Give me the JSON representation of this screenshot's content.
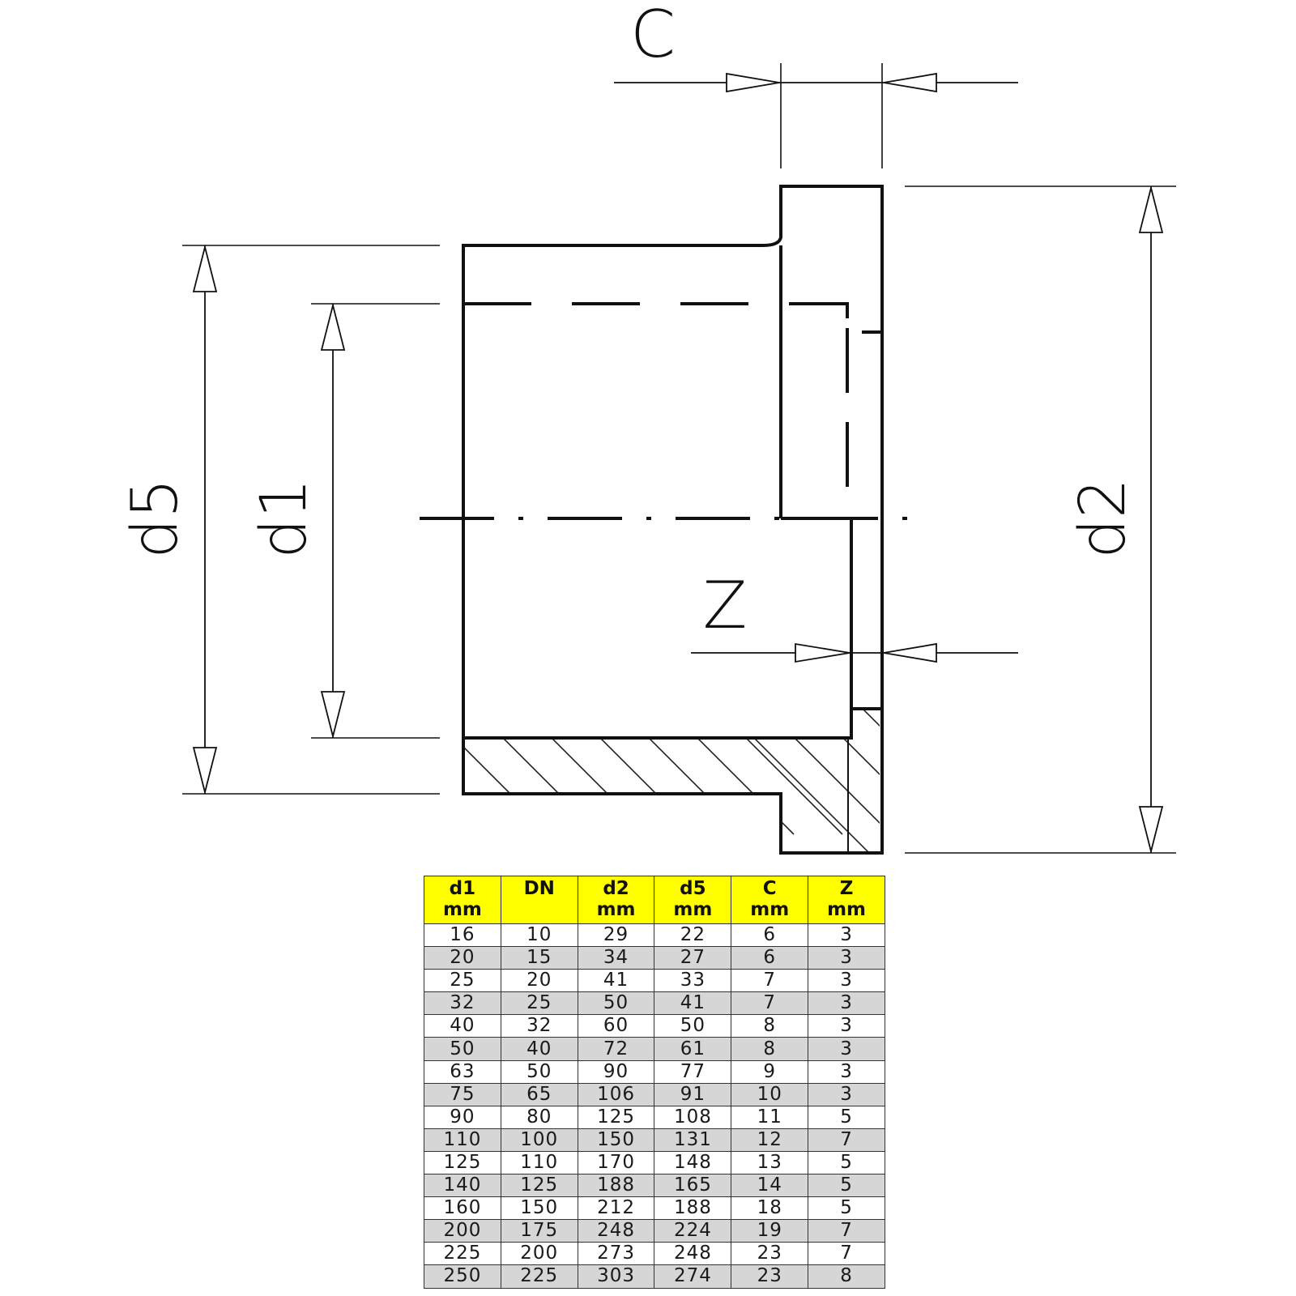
{
  "diagram": {
    "labels": {
      "c": "C",
      "z": "Z",
      "d1": "d1",
      "d2": "d2",
      "d5": "d5"
    }
  },
  "table": {
    "header_bg": "#ffff00",
    "columns": [
      {
        "name": "d1",
        "unit": "mm"
      },
      {
        "name": "DN",
        "unit": ""
      },
      {
        "name": "d2",
        "unit": "mm"
      },
      {
        "name": "d5",
        "unit": "mm"
      },
      {
        "name": "C",
        "unit": "mm"
      },
      {
        "name": "Z",
        "unit": "mm"
      }
    ],
    "rows": [
      [
        "16",
        "10",
        "29",
        "22",
        "6",
        "3"
      ],
      [
        "20",
        "15",
        "34",
        "27",
        "6",
        "3"
      ],
      [
        "25",
        "20",
        "41",
        "33",
        "7",
        "3"
      ],
      [
        "32",
        "25",
        "50",
        "41",
        "7",
        "3"
      ],
      [
        "40",
        "32",
        "60",
        "50",
        "8",
        "3"
      ],
      [
        "50",
        "40",
        "72",
        "61",
        "8",
        "3"
      ],
      [
        "63",
        "50",
        "90",
        "77",
        "9",
        "3"
      ],
      [
        "75",
        "65",
        "106",
        "91",
        "10",
        "3"
      ],
      [
        "90",
        "80",
        "125",
        "108",
        "11",
        "5"
      ],
      [
        "110",
        "100",
        "150",
        "131",
        "12",
        "7"
      ],
      [
        "125",
        "110",
        "170",
        "148",
        "13",
        "5"
      ],
      [
        "140",
        "125",
        "188",
        "165",
        "14",
        "5"
      ],
      [
        "160",
        "150",
        "212",
        "188",
        "18",
        "5"
      ],
      [
        "200",
        "175",
        "248",
        "224",
        "19",
        "7"
      ],
      [
        "225",
        "200",
        "273",
        "248",
        "23",
        "7"
      ],
      [
        "250",
        "225",
        "303",
        "274",
        "23",
        "8"
      ]
    ]
  }
}
